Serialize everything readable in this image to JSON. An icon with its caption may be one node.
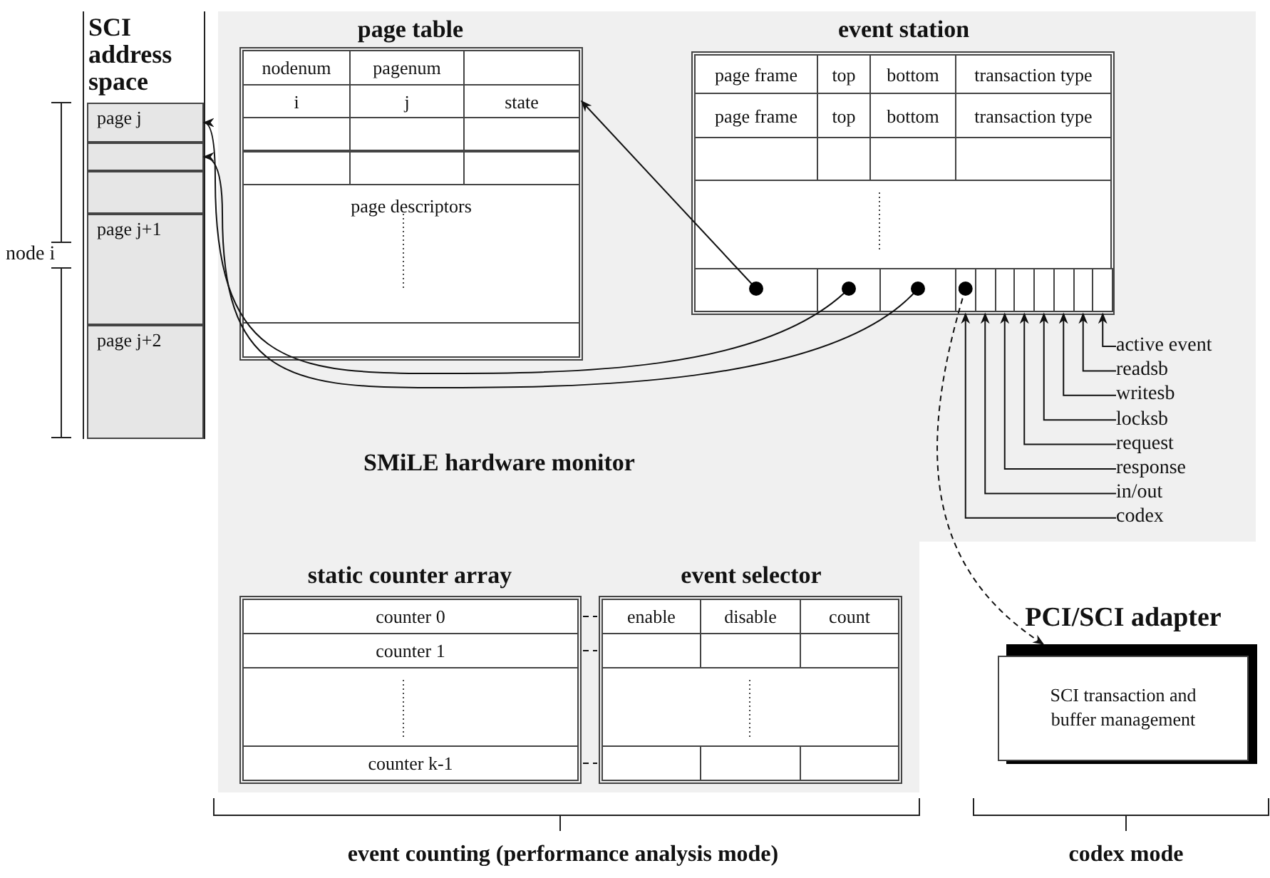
{
  "diagram": {
    "nodes": [
      {
        "text": [
          "SCI address space"
        ]
      },
      {
        "text": [
          "page j"
        ],
        "in": 0
      },
      {
        "text": [],
        "shape": "box",
        "in": 0
      },
      {
        "text": [],
        "shape": "box",
        "in": 0
      },
      {
        "text": [
          "page j+1"
        ],
        "in": 0
      },
      {
        "text": [
          "page j+2"
        ],
        "in": 0
      },
      {
        "text": [
          "SMiLE hardware monitor"
        ]
      },
      {
        "text": [
          "page table"
        ],
        "in": 6
      },
      {
        "text": [
          "nodenum"
        ],
        "in": 7
      },
      {
        "text": [
          "pagenum"
        ],
        "in": 7
      },
      {
        "text": [
          "i"
        ],
        "in": 7
      },
      {
        "text": [
          "j"
        ],
        "in": 7
      },
      {
        "text": [
          "state"
        ],
        "in": 7
      },
      {
        "text": [
          "page descriptors"
        ],
        "in": 7
      },
      {
        "text": [
          "event station"
        ],
        "in": 6
      },
      {
        "text": [
          "page frame"
        ],
        "in": 14
      },
      {
        "text": [
          "top"
        ],
        "in": 14
      },
      {
        "text": [
          "bottom"
        ],
        "in": 14
      },
      {
        "text": [
          "transaction type"
        ],
        "in": 14
      },
      {
        "text": [
          "page frame"
        ],
        "in": 14
      },
      {
        "text": [
          "top"
        ],
        "in": 14
      },
      {
        "text": [
          "bottom"
        ],
        "in": 14
      },
      {
        "text": [
          "transaction type"
        ],
        "in": 14
      },
      {
        "text": [],
        "shape": "box",
        "in": 14
      },
      {
        "text": [],
        "shape": "box",
        "in": 14
      },
      {
        "text": [],
        "shape": "box",
        "in": 14
      },
      {
        "text": [],
        "shape": "box",
        "in": 14
      },
      {
        "text": [],
        "shape": "box",
        "in": 14
      },
      {
        "text": [],
        "shape": "box",
        "in": 14
      },
      {
        "text": [],
        "shape": "box",
        "in": 14
      },
      {
        "text": [],
        "shape": "box",
        "in": 14
      },
      {
        "text": [],
        "shape": "box",
        "in": 14
      },
      {
        "text": [],
        "shape": "box",
        "in": 14
      },
      {
        "text": [],
        "shape": "box",
        "in": 14
      },
      {
        "text": [
          "static counter array"
        ],
        "in": 6
      },
      {
        "text": [
          "counter 0"
        ],
        "in": 34
      },
      {
        "text": [
          "counter 1"
        ],
        "in": 34
      },
      {
        "text": [
          "counter k-1"
        ],
        "in": 34
      },
      {
        "text": [
          "event selector"
        ],
        "in": 6
      },
      {
        "text": [
          "enable"
        ],
        "in": 38
      },
      {
        "text": [
          "disable"
        ],
        "in": 38
      },
      {
        "text": [
          "count"
        ],
        "in": 38
      },
      {
        "text": [],
        "shape": "box",
        "in": 38
      },
      {
        "text": [],
        "shape": "box",
        "in": 38
      },
      {
        "text": [
          "PCI/SCI adapter",
          "SCI transaction and buffer management"
        ]
      },
      {
        "text": [
          "active event"
        ],
        "in": 6
      },
      {
        "text": [
          "readsb"
        ],
        "in": 6
      },
      {
        "text": [
          "writesb"
        ],
        "in": 6
      },
      {
        "text": [
          "locksb"
        ],
        "in": 6
      },
      {
        "text": [
          "request"
        ],
        "in": 6
      },
      {
        "text": [
          "response"
        ],
        "in": 6
      },
      {
        "text": [
          "in/out"
        ],
        "in": 6
      },
      {
        "text": [
          "codex"
        ],
        "in": 6
      }
    ],
    "edges": [
      {
        "from": 23,
        "to": 12,
        "arrow": "to"
      },
      {
        "from": 24,
        "to": 1,
        "arrow": "to"
      },
      {
        "from": 25,
        "to": 2,
        "arrow": "to"
      },
      {
        "from": 26,
        "to": 44,
        "arrow": "to",
        "style": "dashed"
      },
      {
        "from": 35,
        "to": 39,
        "arrow": "none",
        "style": "dashed"
      },
      {
        "from": 36,
        "to": 42,
        "arrow": "none",
        "style": "dashed"
      },
      {
        "from": 37,
        "to": 43,
        "arrow": "none",
        "style": "dashed"
      },
      {
        "from": 45,
        "to": 33,
        "arrow": "to"
      },
      {
        "from": 46,
        "to": 32,
        "arrow": "to"
      },
      {
        "from": 47,
        "to": 31,
        "arrow": "to"
      },
      {
        "from": 48,
        "to": 30,
        "arrow": "to"
      },
      {
        "from": 49,
        "to": 29,
        "arrow": "to"
      },
      {
        "from": 50,
        "to": 28,
        "arrow": "to"
      },
      {
        "from": 51,
        "to": 27,
        "arrow": "to"
      },
      {
        "from": 52,
        "to": 26,
        "arrow": "to"
      }
    ],
    "labels": [
      "node i",
      "event counting (performance analysis mode)",
      "codex mode"
    ]
  }
}
